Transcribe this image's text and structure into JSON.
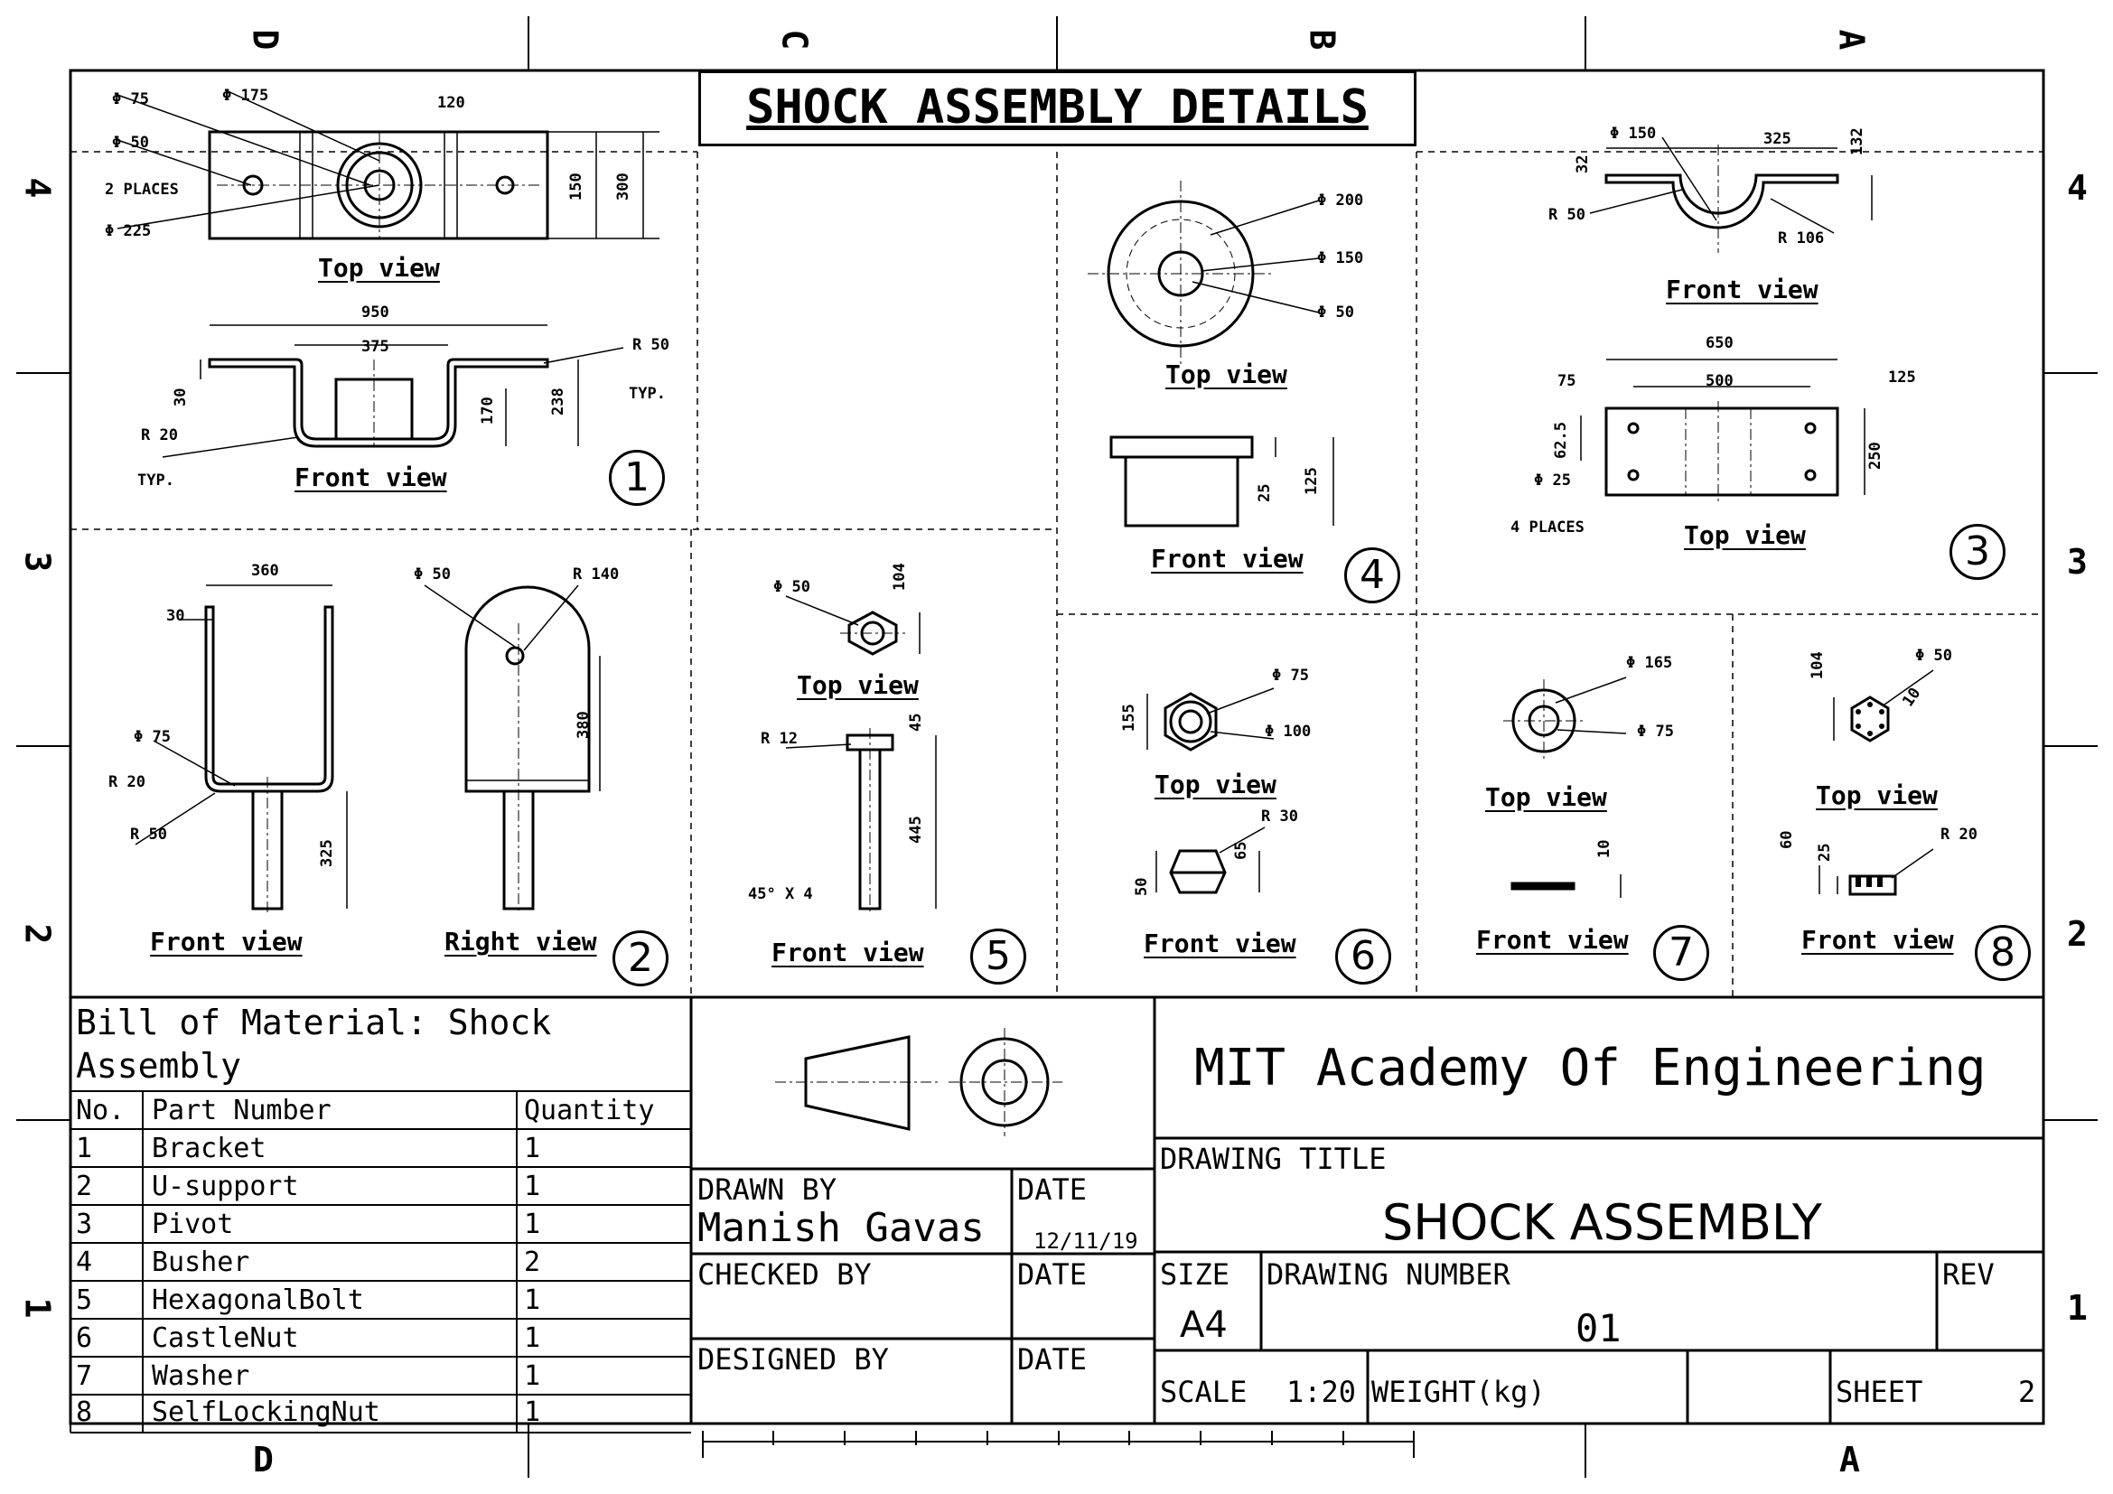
{
  "zones": {
    "letters_top": [
      "D",
      "C",
      "B",
      "A"
    ],
    "letters_bottom": [
      "D",
      "A"
    ],
    "numbers_left": [
      "4",
      "3",
      "2",
      "1"
    ],
    "numbers_right": [
      "4",
      "3",
      "2",
      "1"
    ]
  },
  "header_title": "SHOCK ASSEMBLY DETAILS",
  "parts": {
    "p1": {
      "number": "1",
      "views": [
        "Top view",
        "Front view"
      ],
      "dims": {
        "d75": "Φ 75",
        "d50": "Φ 50",
        "places": "2 PLACES",
        "d225": "Φ 225",
        "d175": "Φ 175",
        "l120": "120",
        "l150": "150",
        "l300": "300",
        "l950": "950",
        "l375": "375",
        "r50": "R 50",
        "typ1": "TYP.",
        "l30": "30",
        "l170": "170",
        "l238": "238",
        "r20": "R 20",
        "typ2": "TYP."
      }
    },
    "p2": {
      "number": "2",
      "views": [
        "Front view",
        "Right view"
      ],
      "dims": {
        "l360": "360",
        "l30": "30",
        "d75": "Φ 75",
        "r20": "R 20",
        "r50": "R 50",
        "l325": "325",
        "d50": "Φ 50",
        "r140": "R 140",
        "l380": "380"
      }
    },
    "p3": {
      "number": "3",
      "views": [
        "Front view",
        "Top view"
      ],
      "dims": {
        "d150": "Φ 150",
        "l325": "325",
        "l32": "32",
        "l132": "132",
        "r50": "R 50",
        "r106": "R 106",
        "l650": "650",
        "l75": "75",
        "l500": "500",
        "l125": "125",
        "l62": "62.5",
        "d25": "Φ 25",
        "l250": "250",
        "places": "4 PLACES"
      }
    },
    "p4": {
      "number": "4",
      "views": [
        "Top view",
        "Front view"
      ],
      "dims": {
        "d200": "Φ 200",
        "d150": "Φ 150",
        "d50": "Φ 50",
        "l25": "25",
        "l125": "125"
      }
    },
    "p5": {
      "number": "5",
      "views": [
        "Top view",
        "Front view"
      ],
      "dims": {
        "d50": "Φ 50",
        "l104": "104",
        "r12": "R 12",
        "l45": "45",
        "l445": "445",
        "chamfer": "45° X 4"
      }
    },
    "p6": {
      "number": "6",
      "views": [
        "Top view",
        "Front view"
      ],
      "dims": {
        "d75": "Φ 75",
        "d100": "Φ 100",
        "l155": "155",
        "r30": "R 30",
        "l65": "65",
        "l50": "50"
      }
    },
    "p7": {
      "number": "7",
      "views": [
        "Top view",
        "Front view"
      ],
      "dims": {
        "d165": "Φ 165",
        "d75": "Φ 75",
        "l10": "10"
      }
    },
    "p8": {
      "number": "8",
      "views": [
        "Top view",
        "Front view"
      ],
      "dims": {
        "l104": "104",
        "d50": "Φ 50",
        "l10": "10",
        "r20": "R 20",
        "l60": "60",
        "l25": "25"
      }
    }
  },
  "bom": {
    "title": "Bill of Material: Shock Assembly",
    "headers": [
      "No.",
      "Part Number",
      "Quantity"
    ],
    "rows": [
      [
        "1",
        "Bracket",
        "1"
      ],
      [
        "2",
        "U-support",
        "1"
      ],
      [
        "3",
        "Pivot",
        "1"
      ],
      [
        "4",
        "Busher",
        "2"
      ],
      [
        "5",
        "HexagonalBolt",
        "1"
      ],
      [
        "6",
        "CastleNut",
        "1"
      ],
      [
        "7",
        "Washer",
        "1"
      ],
      [
        "8",
        "SelfLockingNut",
        "1"
      ]
    ]
  },
  "title_block": {
    "institution": "MIT Academy Of Engineering",
    "drawn_by_label": "DRAWN BY",
    "drawn_by": "Manish Gavas",
    "date_label": "DATE",
    "date": "12/11/19",
    "checked_by_label": "CHECKED BY",
    "designed_by_label": "DESIGNED BY",
    "drawing_title_label": "DRAWING TITLE",
    "drawing_title": "SHOCK ASSEMBLY",
    "size_label": "SIZE",
    "size": "A4",
    "drawing_number_label": "DRAWING NUMBER",
    "drawing_number": "01",
    "rev_label": "REV",
    "scale_label": "SCALE",
    "scale": "1:20",
    "weight_label": "WEIGHT(kg)",
    "sheet_label": "SHEET",
    "sheet": "2"
  }
}
